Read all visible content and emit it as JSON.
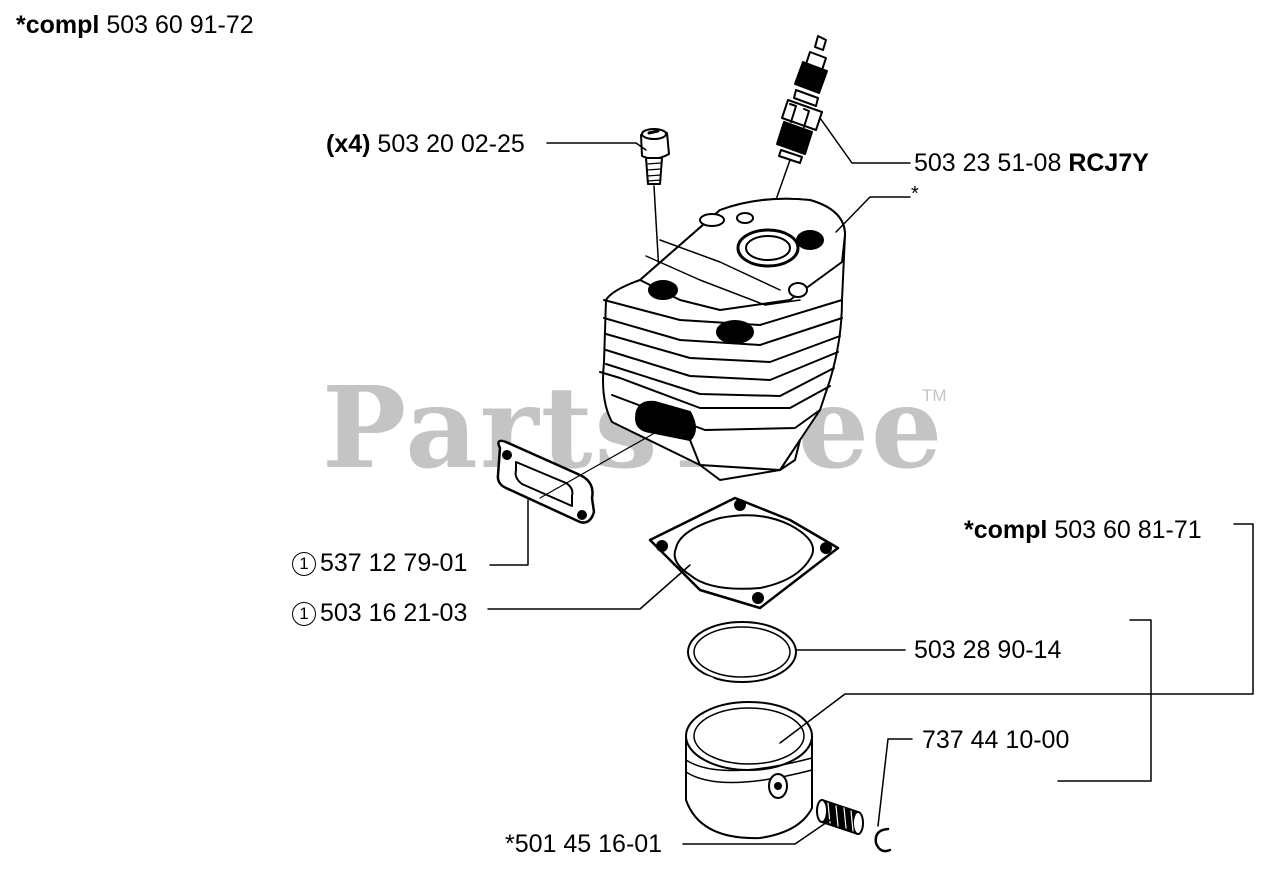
{
  "watermark": {
    "text": "PartsTree",
    "trademark": "TM"
  },
  "labels": {
    "cyl_assembly": {
      "prefix": "*compl",
      "number": "503 60 91-72"
    },
    "screws": {
      "qty": "(x4)",
      "number": "503 20 02-25"
    },
    "spark_plug": {
      "number": "503 23 51-08",
      "type": "RCJ7Y"
    },
    "cylinder": {
      "text": "*"
    },
    "muffler_gasket": {
      "marker": "1",
      "number": "537 12 79-01"
    },
    "cyl_gasket": {
      "marker": "1",
      "number": "503 16 21-03"
    },
    "piston_assembly": {
      "prefix": "*compl",
      "number": "503 60 81-71"
    },
    "piston_ring": {
      "number": "503 28 90-14"
    },
    "circlip": {
      "number": "737 44 10-00"
    },
    "bearing": {
      "number": "*501 45 16-01"
    }
  }
}
